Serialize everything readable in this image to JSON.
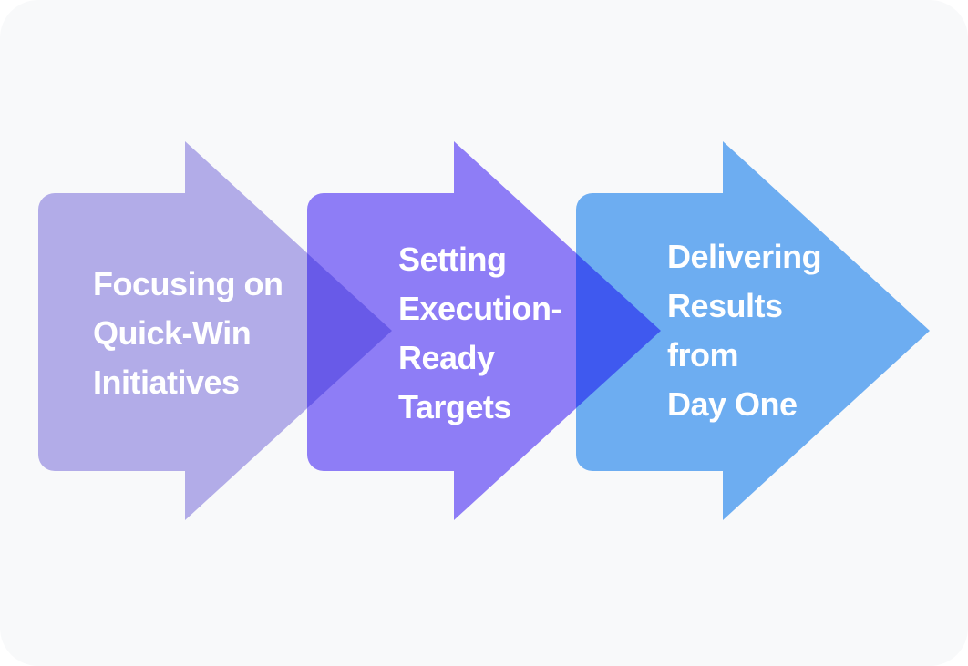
{
  "canvas": {
    "page_bg": "#FFFFFF",
    "card_bg": "#F8F9FA",
    "text_color": "#FFFFFF"
  },
  "diagram": {
    "type": "process-arrow-flow",
    "step_count": 3
  },
  "arrows": [
    {
      "step": 1,
      "color": "#B2ACE8",
      "label": "Focusing on Quick-Win Initiatives",
      "lines": [
        "Focusing on",
        "Quick-Win",
        "Initiatives"
      ]
    },
    {
      "step": 2,
      "color": "#8E7DF6",
      "label": "Setting Execution-Ready Targets",
      "lines": [
        "Setting",
        "Execution-",
        "Ready",
        "Targets"
      ]
    },
    {
      "step": 3,
      "color": "#6DADF1",
      "label": "Delivering Results from Day One",
      "lines": [
        "Delivering",
        "Results",
        "from",
        "Day One"
      ]
    }
  ],
  "overlaps": [
    {
      "between": "step-1-and-step-2",
      "color": "#685AE8"
    },
    {
      "between": "step-2-and-step-3",
      "color": "#3F59EF"
    }
  ]
}
